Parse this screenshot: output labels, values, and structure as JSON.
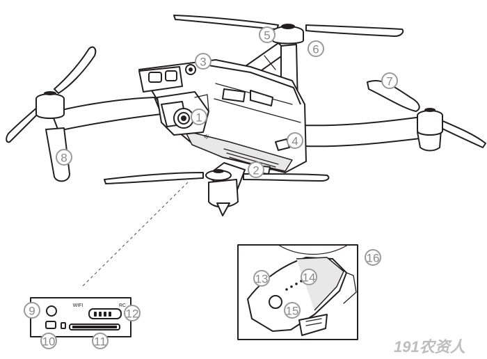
{
  "callouts": [
    "1",
    "2",
    "3",
    "4",
    "5",
    "6",
    "7",
    "8",
    "9",
    "10",
    "11",
    "12",
    "13",
    "14",
    "15",
    "16"
  ],
  "port_labels": {
    "wifi": "WIFI",
    "rc": "RC"
  },
  "logo_text": "dji",
  "watermark": "191农资人"
}
